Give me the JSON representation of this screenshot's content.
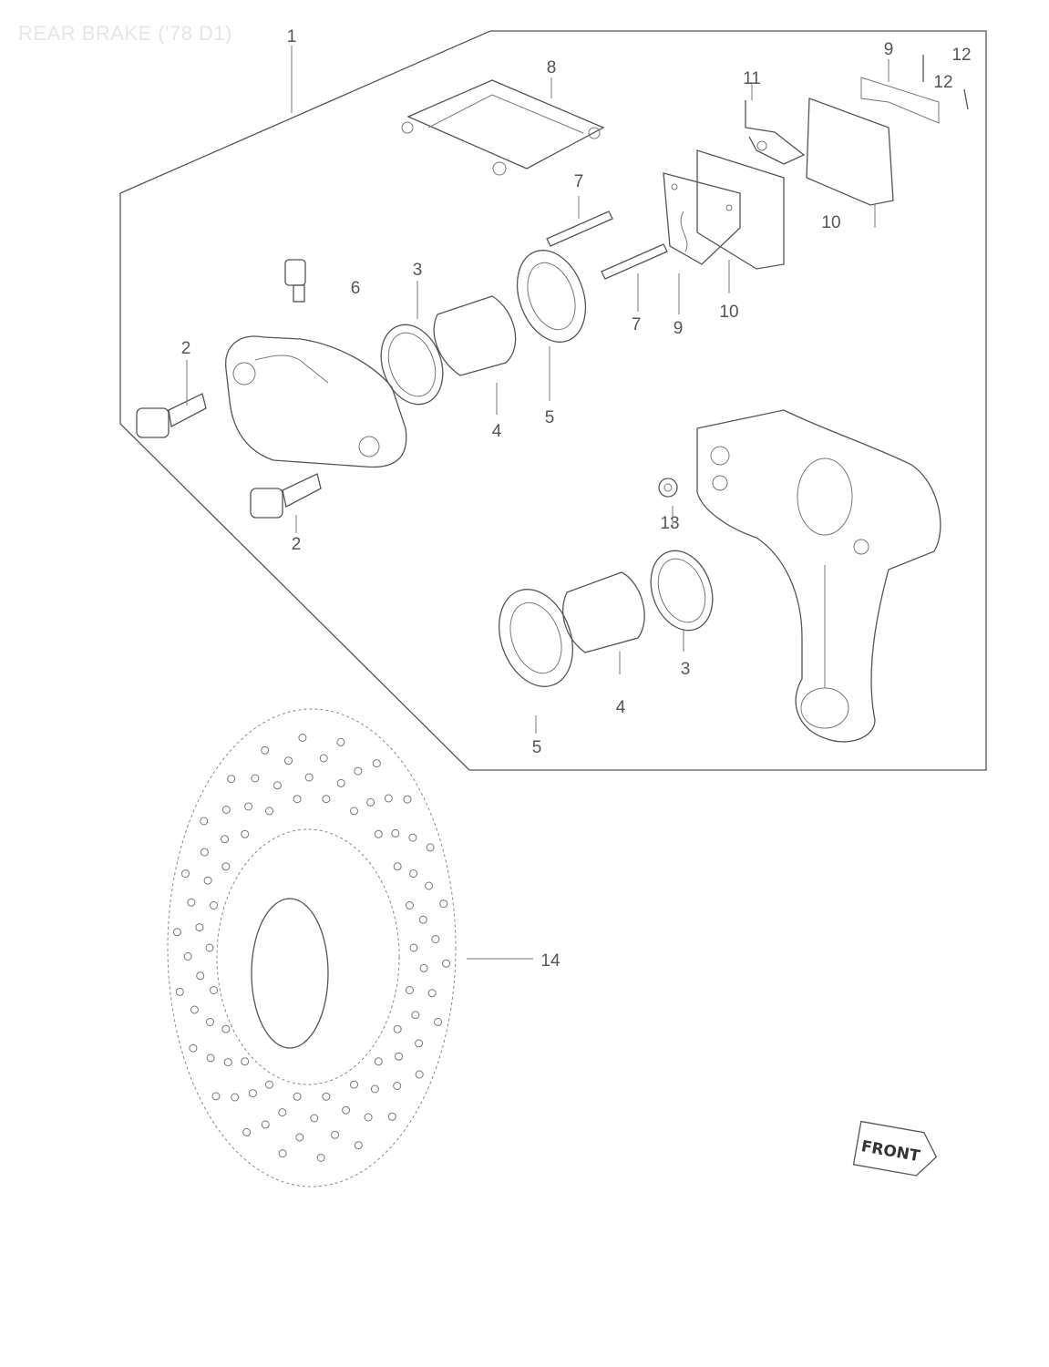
{
  "title": "REAR BRAKE ('78 D1)",
  "callouts": {
    "c1": "1",
    "c2a": "2",
    "c2b": "2",
    "c3a": "3",
    "c3b": "3",
    "c4a": "4",
    "c4b": "4",
    "c5a": "5",
    "c5b": "5",
    "c6": "6",
    "c7a": "7",
    "c7b": "7",
    "c8": "8",
    "c9a": "9",
    "c9b": "9",
    "c10a": "10",
    "c10b": "10",
    "c11": "11",
    "c12a": "12",
    "c12b": "12",
    "c13": "13",
    "c14": "14"
  },
  "front_label": "FRONT"
}
